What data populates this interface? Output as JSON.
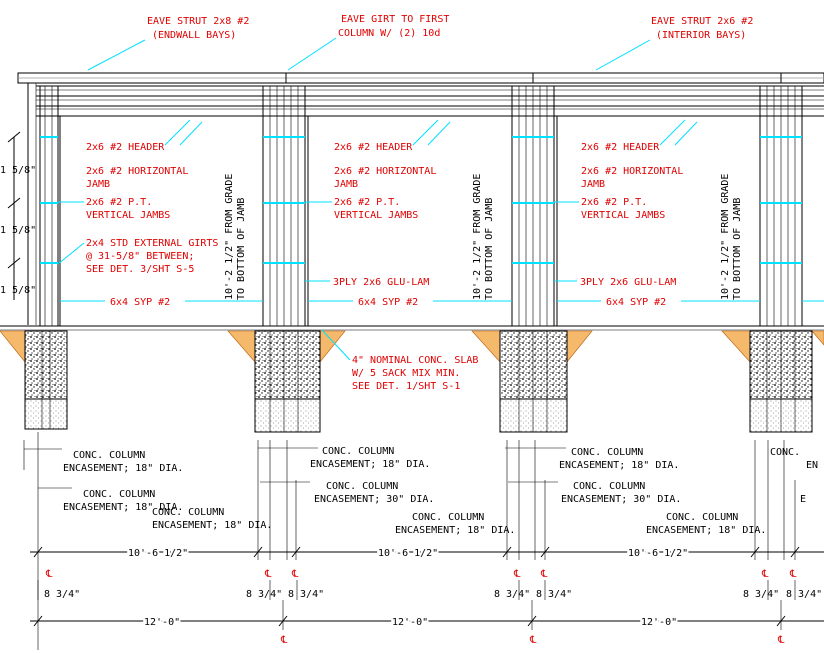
{
  "labels": {
    "eave_strut_endwall": [
      "EAVE STRUT 2x8 #2",
      "(ENDWALL BAYS)"
    ],
    "eave_girt": [
      "EAVE GIRT TO FIRST",
      "COLUMN W/ (2) 10d"
    ],
    "eave_strut_interior": [
      "EAVE STRUT 2x6 #2",
      "(INTERIOR BAYS)"
    ],
    "header": "2x6 #2 HEADER",
    "horizontal_jamb": [
      "2x6 #2 HORIZONTAL",
      "JAMB"
    ],
    "vertical_jambs": [
      "2x6 #2 P.T.",
      "VERTICAL JAMBS"
    ],
    "external_girts": [
      "2x4 STD EXTERNAL GIRTS",
      "@ 31-5/8\" BETWEEN;",
      "SEE DET. 3/SHT S-5"
    ],
    "glulam": "3PLY 2x6 GLU-LAM",
    "syp": "6x4 SYP #2",
    "height_note": [
      "10'-2 1/2\" FROM GRADE",
      "TO BOTTOM OF JAMB"
    ],
    "slab_note": [
      "4\" NOMINAL CONC. SLAB",
      "W/ 5 SACK MIX MIN.",
      "SEE DET. 1/SHT S-1"
    ],
    "encasement_18": [
      "CONC. COLUMN",
      "ENCASEMENT; 18\" DIA."
    ],
    "encasement_30": [
      "CONC. COLUMN",
      "ENCASEMENT; 30\" DIA."
    ]
  },
  "dimensions": {
    "side_spacing": "1 5/8\"",
    "bay_clear": "10'-6 1/2\"",
    "column_offset": "8 3/4\"",
    "bay_center": "12'-0\"",
    "centerline_symbol": "℄"
  }
}
